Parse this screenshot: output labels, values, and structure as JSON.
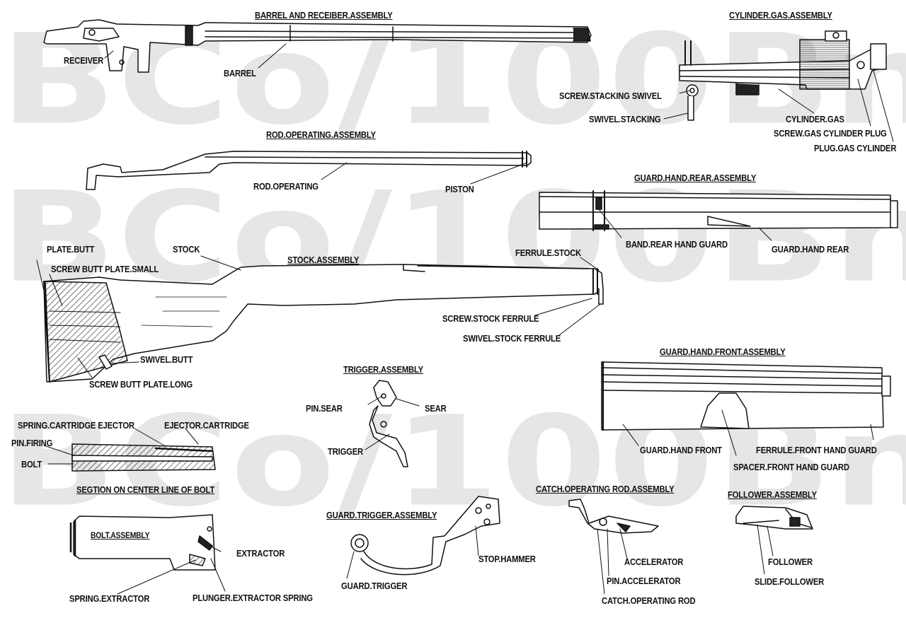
{
  "watermark": [
    "BCo/100Bn",
    "BCo/100Bn",
    "BCo/100Bn"
  ],
  "assemblies": {
    "barrel_receiver": "BARREL AND RECEIBER.ASSEMBLY",
    "cylinder_gas": "CYLINDER.GAS.ASSEMBLY",
    "rod_operating": "ROD.OPERATING.ASSEMBLY",
    "guard_hand_rear": "GUARD.HAND.REAR.ASSEMBLY",
    "stock": "STOCK.ASSEMBLY",
    "guard_hand_front": "GUARD.HAND.FRONT.ASSEMBLY",
    "trigger": "TRIGGER.ASSEMBLY",
    "section_bolt": "SEGTION ON CENTER LINE OF BOLT",
    "bolt": "BOLT.ASSEMBLY",
    "guard_trigger": "GUARD.TRIGGER.ASSEMBLY",
    "catch_operating_rod": "CATCH.OPERATING ROD.ASSEMBLY",
    "follower": "FOLLOWER.ASSEMBLY"
  },
  "parts": {
    "receiver": "RECEIVER",
    "barrel": "BARREL",
    "screw_stacking_swivel": "SCREW.STACKING SWIVEL",
    "swivel_stacking": "SWIVEL.STACKING",
    "cylinder_gas": "CYLINDER.GAS",
    "screw_gas_cylinder_plug": "SCREW.GAS CYLINDER PLUG",
    "plug_gas_cylinder": "PLUG.GAS CYLINDER",
    "rod_operating": "ROD.OPERATING",
    "piston": "PISTON",
    "band_rear_hand_guard": "BAND.REAR HAND GUARD",
    "guard_hand_rear": "GUARD.HAND REAR",
    "plate_butt": "PLATE.BUTT",
    "screw_butt_plate_small": "SCREW BUTT PLATE.SMALL",
    "stock": "STOCK",
    "ferrule_stock": "FERRULE.STOCK",
    "screw_stock_ferrule": "SCREW.STOCK FERRULE",
    "swivel_stock_ferrule": "SWIVEL.STOCK FERRULE",
    "swivel_butt": "SWIVEL.BUTT",
    "screw_butt_plate_long": "SCREW BUTT PLATE.LONG",
    "pin_sear": "PIN.SEAR",
    "sear": "SEAR",
    "trigger": "TRIGGER",
    "guard_hand_front": "GUARD.HAND FRONT",
    "ferrule_front_hand_guard": "FERRULE.FRONT HAND GUARD",
    "spacer_front_hand_guard": "SPACER.FRONT HAND GUARD",
    "spring_cartridge_ejector": "SPRING.CARTRIDGE EJECTOR",
    "ejector_cartridge": "EJECTOR.CARTRIDGE",
    "pin_firing": "PIN.FIRING",
    "bolt": "BOLT",
    "extractor": "EXTRACTOR",
    "spring_extractor": "SPRING.EXTRACTOR",
    "plunger_extractor_spring": "PLUNGER.EXTRACTOR SPRING",
    "guard_trigger": "GUARD.TRIGGER",
    "stop_hammer": "STOP.HAMMER",
    "accelerator": "ACCELERATOR",
    "pin_accelerator": "PIN.ACCELERATOR",
    "catch_operating_rod": "CATCH.OPERATING ROD",
    "follower": "FOLLOWER",
    "slide_follower": "SLIDE.FOLLOWER"
  }
}
